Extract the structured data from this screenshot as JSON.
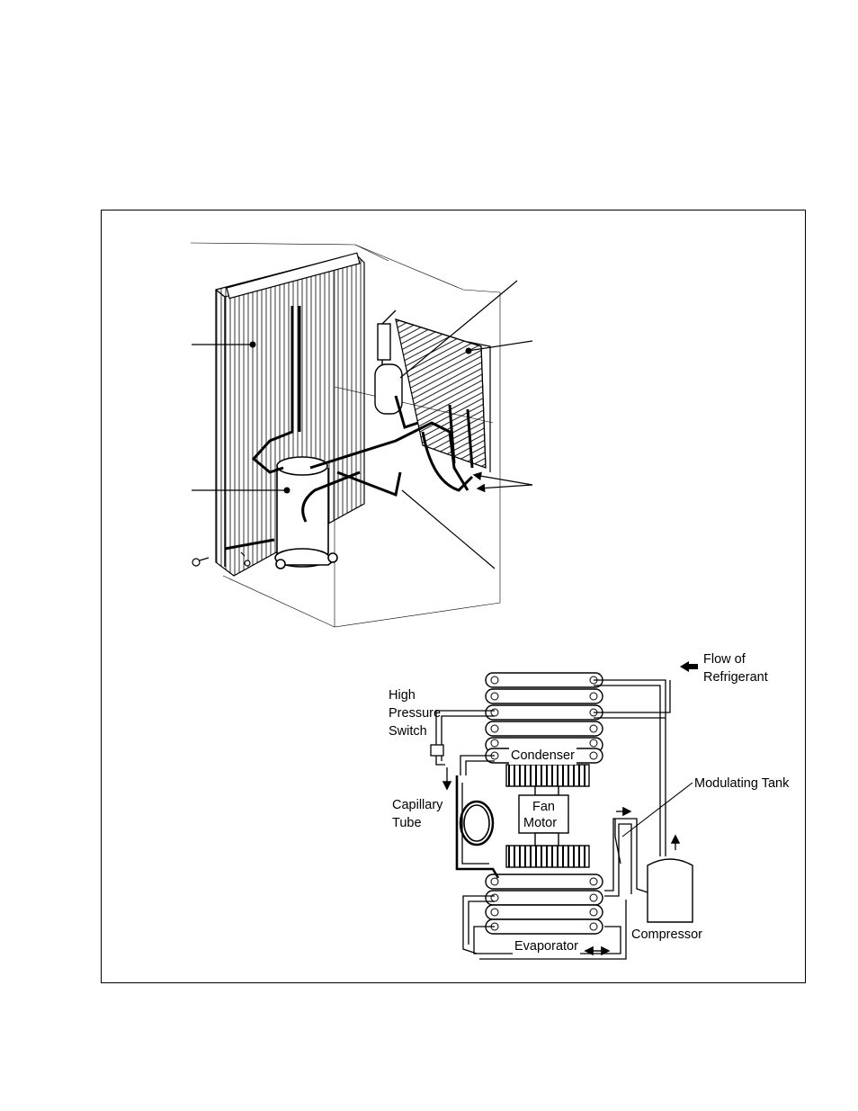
{
  "legend": {
    "arrow_icon": "flow-arrow-icon",
    "line1": "Flow of",
    "line2": "Refrigerant"
  },
  "labels": {
    "high_pressure_switch": [
      "High",
      "Pressure",
      "Switch"
    ],
    "capillary_tube": [
      "Capillary",
      "Tube"
    ],
    "condenser": "Condenser",
    "fan_motor": [
      "Fan",
      "Motor"
    ],
    "modulating_tank": "Modulating Tank",
    "compressor": "Compressor",
    "evaporator": "Evaporator"
  },
  "colors": {
    "line": "#000000",
    "background": "#ffffff"
  }
}
